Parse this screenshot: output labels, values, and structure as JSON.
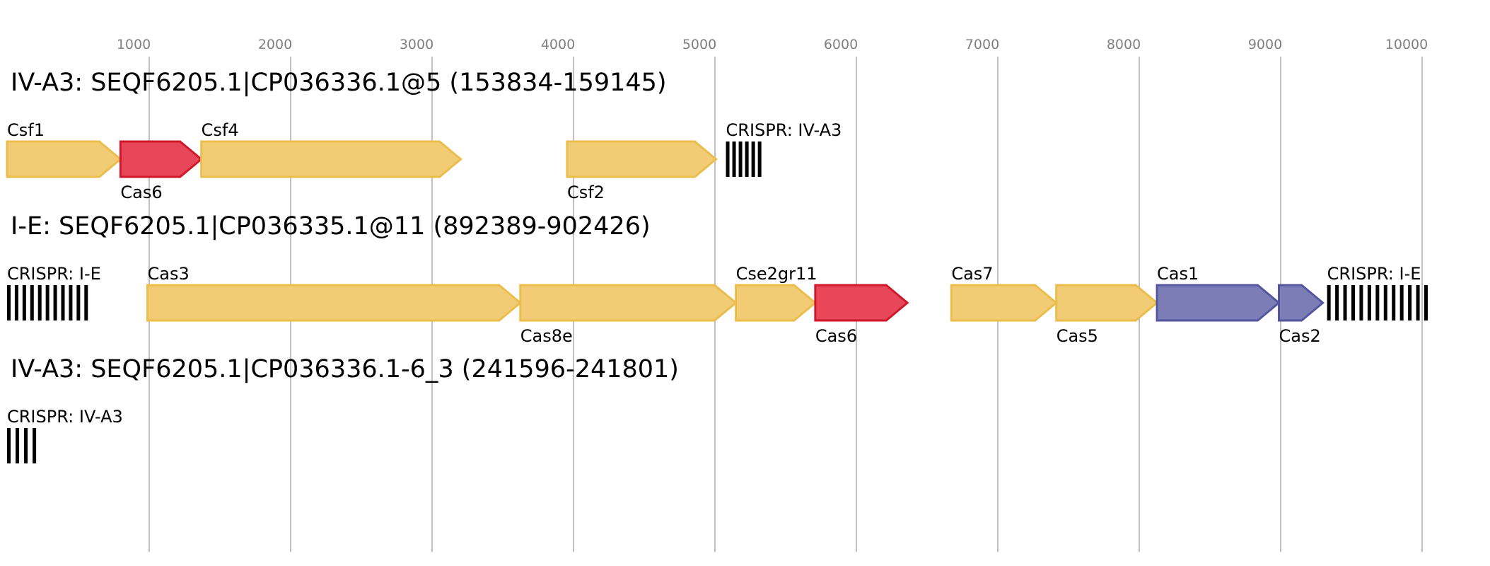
{
  "axis": {
    "ticks": [
      1000,
      2000,
      3000,
      4000,
      5000,
      6000,
      7000,
      8000,
      9000,
      10000
    ]
  },
  "colors": {
    "yellow_fill": "#f2cc75",
    "yellow_stroke": "#ebbd4c",
    "red_fill": "#e8475a",
    "red_stroke": "#d0182b",
    "blue_fill": "#7c7db6",
    "blue_stroke": "#5457a0",
    "crispr": "#000000"
  },
  "tracks": [
    {
      "title": "IV-A3: SEQF6205.1|CP036336.1@5 (153834-159145)",
      "elements": [
        {
          "kind": "gene",
          "label": "Csf1",
          "label_pos": "above",
          "start": 0,
          "end": 800,
          "color": "yellow"
        },
        {
          "kind": "gene",
          "label": "Cas6",
          "label_pos": "below",
          "start": 800,
          "end": 1370,
          "color": "red"
        },
        {
          "kind": "gene",
          "label": "Csf4",
          "label_pos": "above",
          "start": 1370,
          "end": 3200,
          "color": "yellow"
        },
        {
          "kind": "gene",
          "label": "Csf2",
          "label_pos": "below",
          "start": 3950,
          "end": 5000,
          "color": "yellow"
        },
        {
          "kind": "crispr",
          "label": "CRISPR: IV-A3",
          "label_pos": "above",
          "start": 5070,
          "end": 5320,
          "repeats": 6
        }
      ]
    },
    {
      "title": "I-E: SEQF6205.1|CP036335.1@11 (892389-902426)",
      "elements": [
        {
          "kind": "crispr",
          "label": "CRISPR: I-E",
          "label_pos": "above",
          "start": 0,
          "end": 570,
          "repeats": 11
        },
        {
          "kind": "gene",
          "label": "Cas3",
          "label_pos": "above",
          "start": 990,
          "end": 3620,
          "color": "yellow"
        },
        {
          "kind": "gene",
          "label": "Cas8e",
          "label_pos": "below",
          "start": 3620,
          "end": 5140,
          "color": "yellow"
        },
        {
          "kind": "gene",
          "label": "Cse2gr11",
          "label_pos": "above",
          "start": 5140,
          "end": 5700,
          "color": "yellow"
        },
        {
          "kind": "gene",
          "label": "Cas6",
          "label_pos": "below",
          "start": 5700,
          "end": 6350,
          "color": "red"
        },
        {
          "kind": "gene",
          "label": "Cas7",
          "label_pos": "above",
          "start": 6660,
          "end": 7400,
          "color": "yellow"
        },
        {
          "kind": "gene",
          "label": "Cas5",
          "label_pos": "below",
          "start": 7400,
          "end": 8110,
          "color": "yellow"
        },
        {
          "kind": "gene",
          "label": "Cas1",
          "label_pos": "above",
          "start": 8110,
          "end": 8970,
          "color": "blue"
        },
        {
          "kind": "gene",
          "label": "Cas2",
          "label_pos": "below",
          "start": 8970,
          "end": 9280,
          "color": "blue"
        },
        {
          "kind": "crispr",
          "label": "CRISPR: I-E",
          "label_pos": "above",
          "start": 9310,
          "end": 10020,
          "repeats": 13
        }
      ]
    },
    {
      "title": "IV-A3: SEQF6205.1|CP036336.1-6_3 (241596-241801)",
      "elements": [
        {
          "kind": "crispr",
          "label": "CRISPR: IV-A3",
          "label_pos": "above",
          "start": 0,
          "end": 205,
          "repeats": 4
        }
      ]
    }
  ]
}
